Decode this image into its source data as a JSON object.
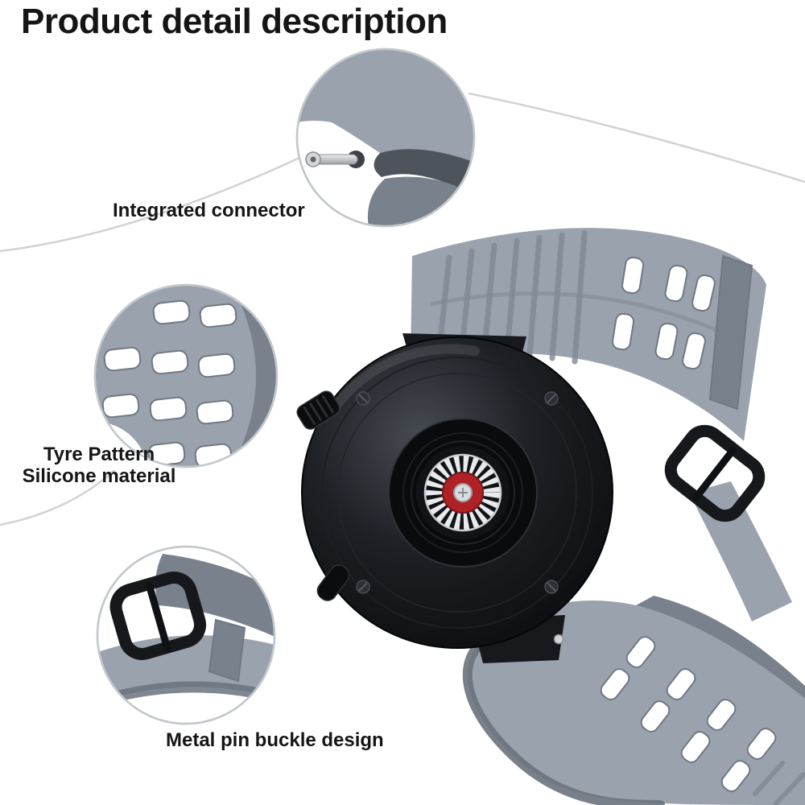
{
  "title": "Product detail description",
  "callouts": {
    "connector": {
      "label": "Integrated connector"
    },
    "pattern": {
      "line1": "Tyre Pattern",
      "line2": "Silicone material"
    },
    "buckle": {
      "label": "Metal pin buckle design"
    }
  },
  "colors": {
    "strap-gray": "#9aa3ad",
    "strap-gray-dark": "#79828c",
    "strap-edge-dark": "#6a727c",
    "watch-black": "#101114",
    "sensor-red": "#b02126",
    "metal-silver": "#d3d7da",
    "callout-stroke": "#c3c8cd",
    "curve-gray": "#d2d2d2",
    "text-color": "#151515",
    "background": "#ffffff"
  }
}
